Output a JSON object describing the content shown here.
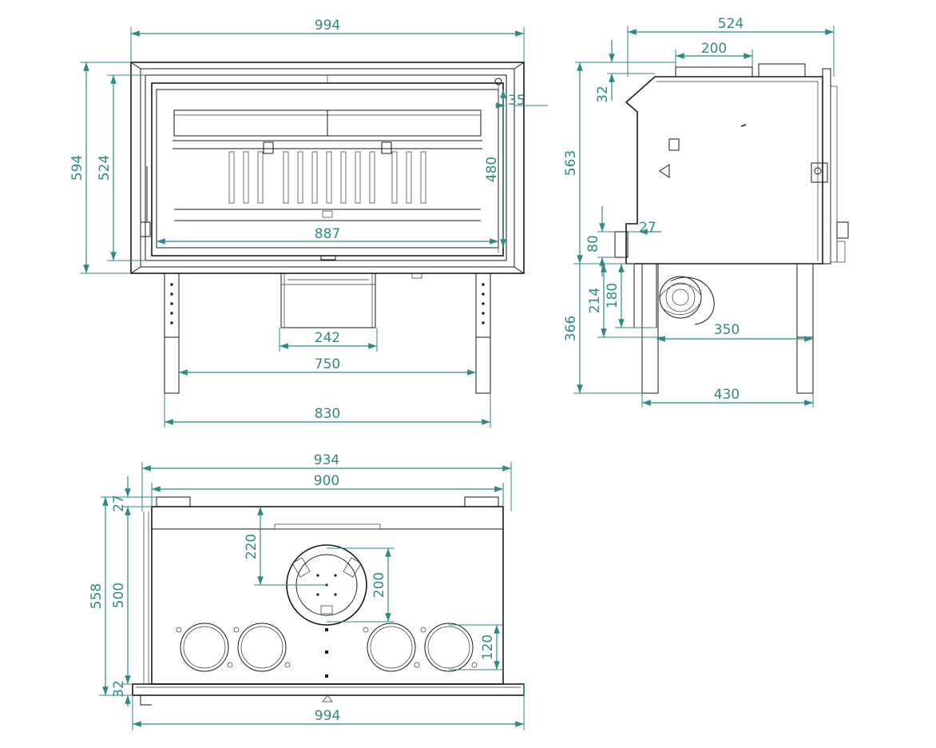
{
  "front_view": {
    "width_outer": "994",
    "height_outer": "594",
    "height_frame": "524",
    "glass_height": "480",
    "frame_offset": "35",
    "glass_width": "887",
    "ashpan_width": "242",
    "legs_inner": "750",
    "legs_outer": "830"
  },
  "side_view": {
    "depth": "524",
    "flue_width": "200",
    "top_offset": "32",
    "body_height": "563",
    "air_inlet_offset": "27",
    "air_inlet_height": "80",
    "fan_height": "180",
    "fan_top": "214",
    "legs_height": "366",
    "fan_depth": "350",
    "legs_depth": "430"
  },
  "top_view": {
    "width_934": "934",
    "width_900": "900",
    "offset_27": "27",
    "depth_558": "558",
    "depth_500": "500",
    "offset_32": "32",
    "flue_offset": "220",
    "flue_diameter": "200",
    "outlet_diameter": "120",
    "width_994": "994"
  },
  "colors": {
    "dimension": "#2e8a85",
    "line": "#1a1a1a"
  }
}
